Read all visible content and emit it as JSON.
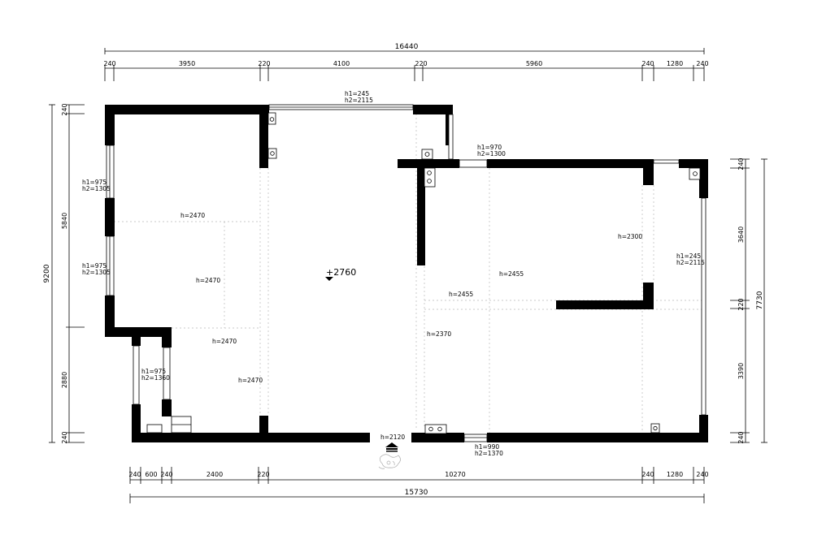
{
  "dimensions": {
    "top_total": "16440",
    "top_segments": [
      "240",
      "3950",
      "220",
      "4100",
      "220",
      "5960",
      "240",
      "1280",
      "240"
    ],
    "bottom_segments": [
      "240",
      "600",
      "240",
      "2400",
      "220",
      "10270",
      "240",
      "1280",
      "240"
    ],
    "bottom_total": "15730",
    "left_total": "9200",
    "left_segments": [
      "240",
      "5840",
      "2880",
      "240"
    ],
    "right_segments": [
      "240",
      "3640",
      "220",
      "3390",
      "240"
    ],
    "right_total": "7730"
  },
  "openings": {
    "top_window": {
      "h1": "h1=245",
      "h2": "h2=2115"
    },
    "upper_right_window": {
      "h1": "h1=970",
      "h2": "h2=1300"
    },
    "left_window_1": {
      "h1": "h1=975",
      "h2": "h2=1305"
    },
    "left_window_2": {
      "h1": "h1=975",
      "h2": "h2=1305"
    },
    "lower_left_window": {
      "h1": "h1=975",
      "h2": "h2=1360"
    },
    "right_window": {
      "h1": "h1=245",
      "h2": "h2=2115"
    },
    "bottom_window": {
      "h1": "h1=990",
      "h2": "h2=1370"
    },
    "entrance": "h=2120"
  },
  "beams": {
    "b1": "h=2470",
    "b2": "h=2470",
    "b3": "h=2470",
    "b4": "h=2470",
    "b5": "h=2300",
    "b6": "h=2455",
    "b7": "h=2455",
    "b8": "h=2370"
  },
  "ceiling_height": "+2760"
}
